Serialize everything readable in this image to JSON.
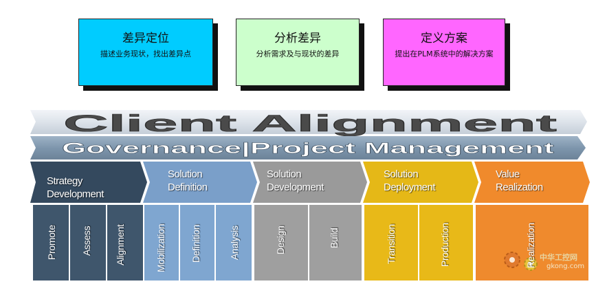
{
  "top_boxes": [
    {
      "title": "差异定位",
      "subtitle": "描述业务现状，找出差异点",
      "color": "#00ccff"
    },
    {
      "title": "分析差异",
      "subtitle": "分析需求及与现状的差异",
      "color": "#ccffcc"
    },
    {
      "title": "定义方案",
      "subtitle": "提出在PLM系统中的解决方案",
      "color": "#ff66ff"
    }
  ],
  "banner": {
    "client_alignment": "Client Alignment",
    "governance": "Governance|Project Management"
  },
  "phases": [
    {
      "title_line1": "Strategy",
      "title_line2": "Development",
      "header_color": "#34495e",
      "body_color": "#3f566c",
      "subs": [
        "Promote",
        "Assess",
        "Alignment"
      ]
    },
    {
      "title_line1": "Solution",
      "title_line2": "Definition",
      "header_color": "#7a9fc9",
      "body_color": "#7fa6d0",
      "subs": [
        "Mobilization",
        "Definition",
        "Analysis"
      ]
    },
    {
      "title_line1": "Solution",
      "title_line2": "Development",
      "header_color": "#9a9a9a",
      "body_color": "#9f9f9f",
      "subs": [
        "Design",
        "Build"
      ]
    },
    {
      "title_line1": "Solution",
      "title_line2": "Deployment",
      "header_color": "#e5b817",
      "body_color": "#e8b918",
      "subs": [
        "Transition",
        "Production"
      ]
    },
    {
      "title_line1": "Value",
      "title_line2": "Realization",
      "header_color": "#f08a2c",
      "body_color": "#ef8a2d",
      "subs": [
        "Realization"
      ]
    }
  ],
  "watermark": {
    "cn": "中华工控网",
    "url": "gkong.com"
  }
}
